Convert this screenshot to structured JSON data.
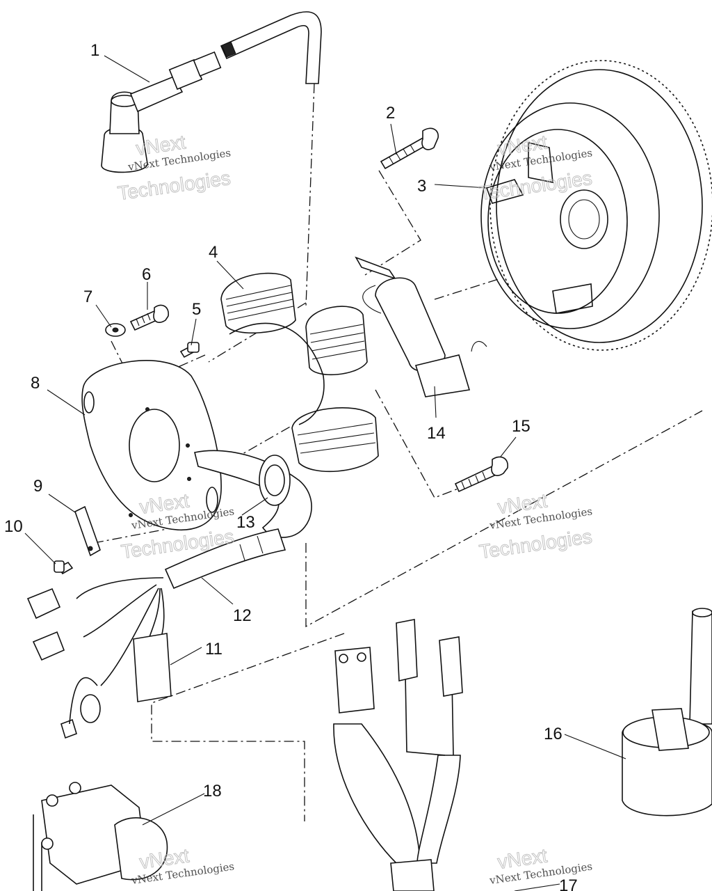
{
  "callouts": [
    "1",
    "2",
    "3",
    "4",
    "5",
    "6",
    "7",
    "8",
    "9",
    "10",
    "11",
    "12",
    "13",
    "14",
    "15",
    "16",
    "17",
    "18"
  ],
  "watermark": {
    "line1": "vNext Technologies",
    "line2a": "vNext",
    "line2b": "Technologies"
  }
}
